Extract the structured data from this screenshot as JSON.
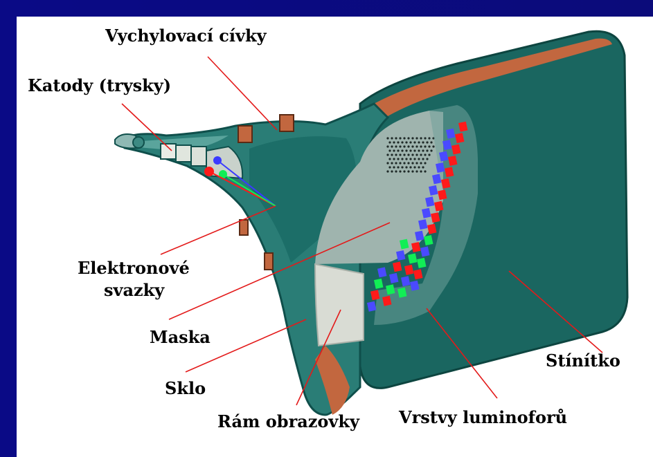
{
  "colors": {
    "background_outer": "#0b0b7c",
    "panel": "#ffffff",
    "glass": "#1e6f6a",
    "glass_dark": "#0f4f4b",
    "glass_light": "#5aa39c",
    "copper": "#c2673f",
    "mask": "#9fb4ae",
    "frame": "#d9dcd4",
    "leader": "#e31a1a",
    "phosphor_red": "#ff1a1a",
    "phosphor_green": "#11ee55",
    "phosphor_blue": "#4a4aff"
  },
  "labels": {
    "deflection_coils": "Vychylovací cívky",
    "cathodes": "Katody (trysky)",
    "electron_beams_line1": "Elektronové",
    "electron_beams_line2": "svazky",
    "mask": "Maska",
    "glass": "Sklo",
    "tube_frame": "Rám obrazovky",
    "phosphor_layers": "Vrstvy luminoforů",
    "screen": "Stínítko"
  }
}
